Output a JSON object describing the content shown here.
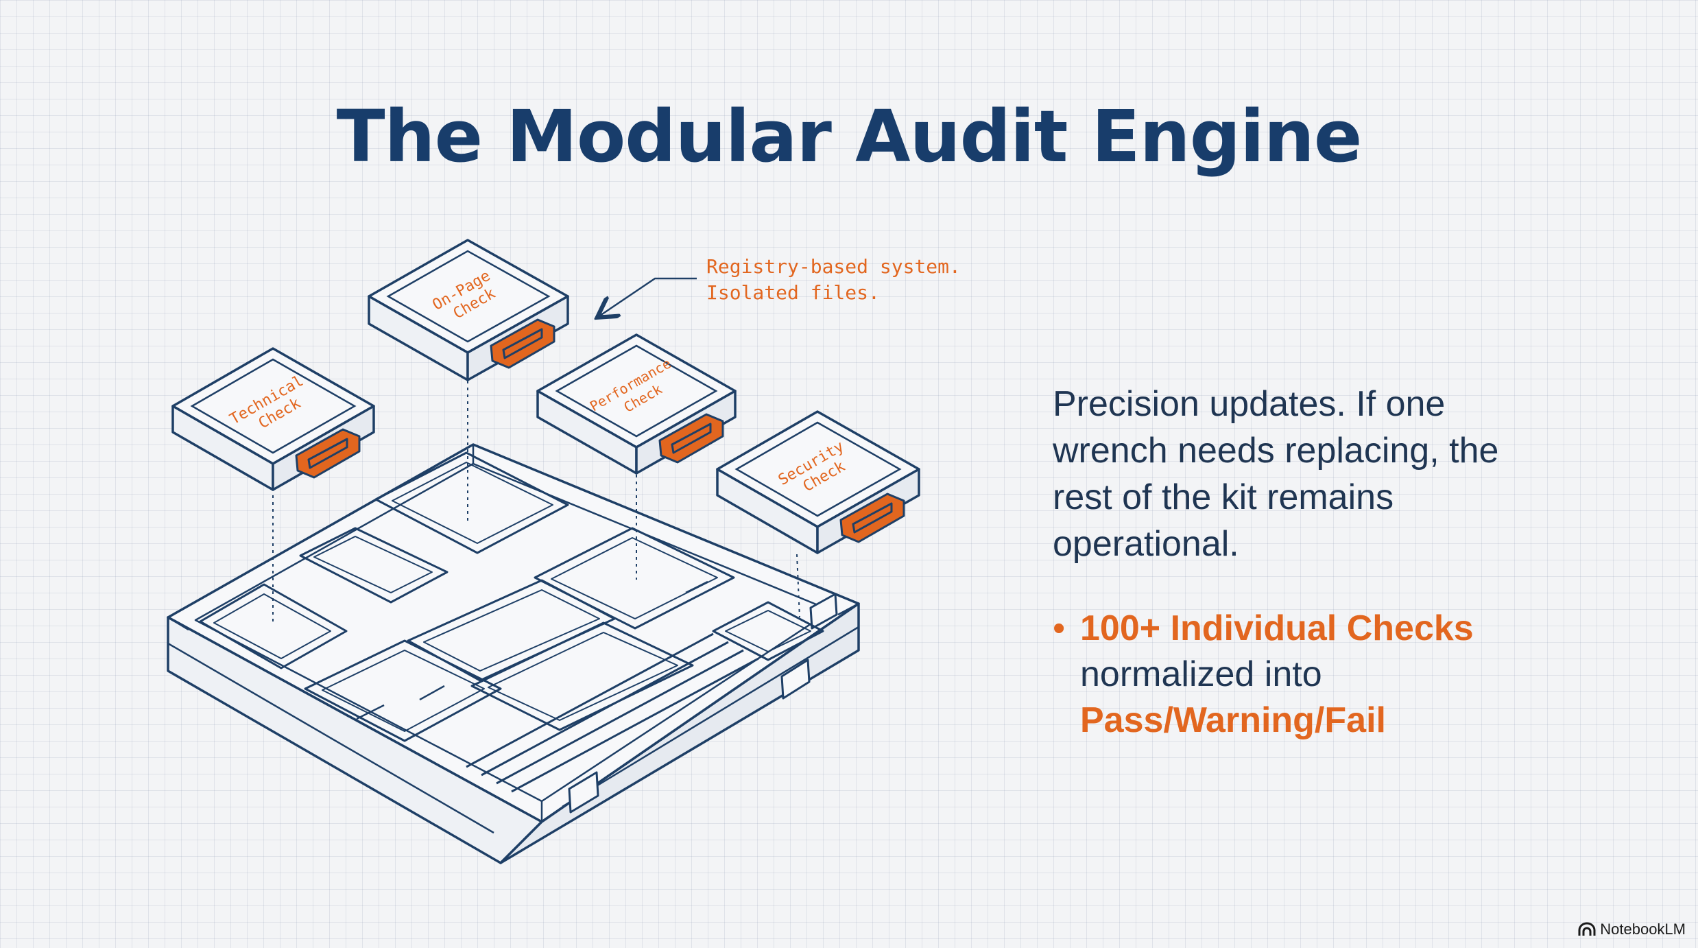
{
  "title": "The Modular Audit Engine",
  "callout": {
    "line1": "Registry-based system.",
    "line2": "Isolated files."
  },
  "modules": {
    "technical": {
      "line1": "Technical",
      "line2": "Check"
    },
    "onpage": {
      "line1": "On-Page",
      "line2": "Check"
    },
    "performance": {
      "line1": "Performance",
      "line2": "Check"
    },
    "security": {
      "line1": "Security",
      "line2": "Check"
    }
  },
  "description": "Precision updates. If one wrench needs replacing, the rest of the kit remains operational.",
  "bullet": {
    "highlight": "100+ Individual Checks",
    "middle": "normalized into",
    "result": "Pass/Warning/Fail"
  },
  "brand": "NotebookLM",
  "colors": {
    "title": "#183d6b",
    "line": "#1e3f66",
    "accent": "#e2661f",
    "background": "#f3f4f6"
  }
}
